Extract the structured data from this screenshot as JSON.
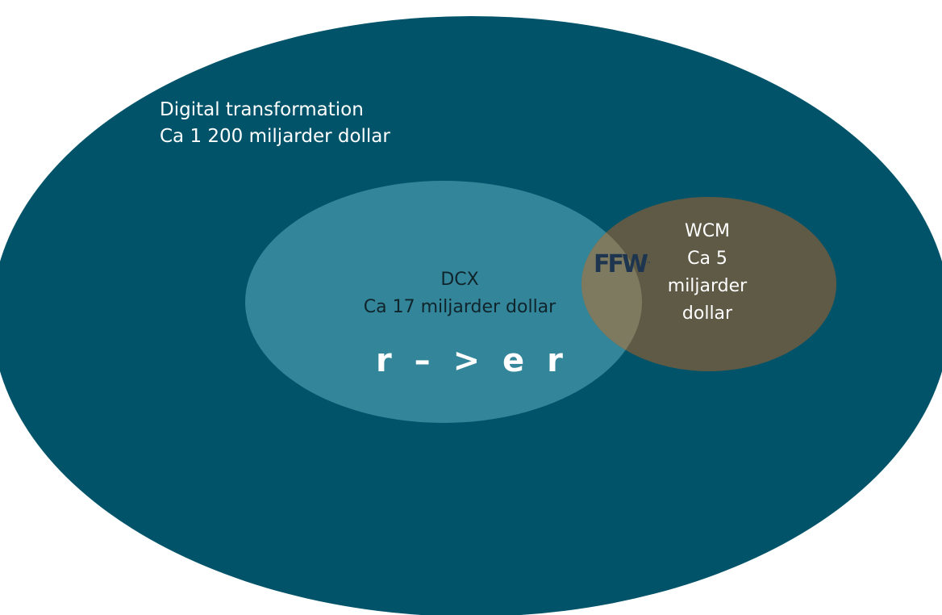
{
  "colors": {
    "outer_fill": "#005369",
    "dcx_fill": "#338599",
    "wcm_fill": "#5e5a45",
    "overlap_fill": "#7e7a60",
    "ffw_logo": "#1e3550",
    "text_light": "#ffffff",
    "text_dark": "#10242c"
  },
  "outer": {
    "line1": "Digital transformation",
    "line2": "Ca 1 200 miljarder dollar"
  },
  "dcx": {
    "line1": "DCX",
    "line2": "Ca 17 miljarder dollar",
    "logo": "r – > e r"
  },
  "wcm": {
    "line1": "WCM",
    "line2": "Ca 5",
    "line3": "miljarder",
    "line4": "dollar",
    "logo": "FFW",
    "logo_tm": "™"
  }
}
